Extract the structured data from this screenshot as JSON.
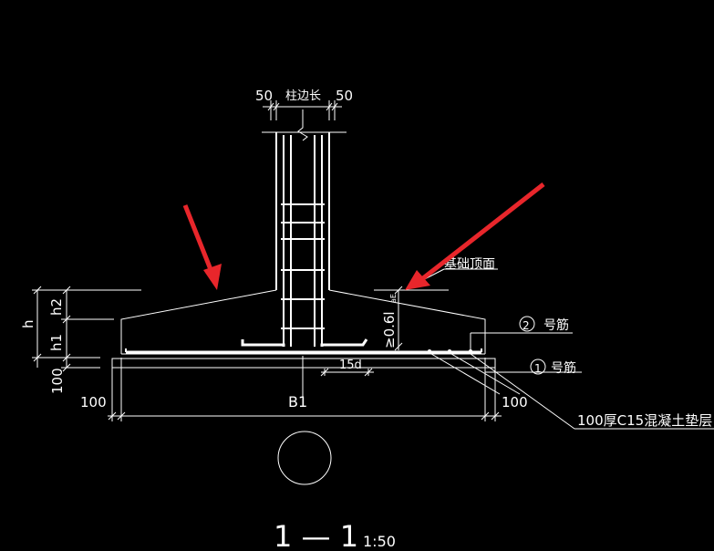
{
  "drawing": {
    "dims": {
      "col_left": "50",
      "col_label": "柱边长",
      "col_right": "50",
      "h": "h",
      "h1": "h1",
      "h2": "h2",
      "pad_thickness": "100",
      "left_offset": "100",
      "width": "B1",
      "right_offset": "100",
      "anchor": "15d",
      "slope": "≥0.6l",
      "slope_sub": "aE"
    },
    "labels": {
      "foundation_top": "基础顶面",
      "bar_2_num": "2",
      "bar_2": "号筋",
      "bar_1_num": "1",
      "bar_1": "号筋",
      "cushion": "100厚C15混凝土垫层"
    },
    "title": {
      "section": "1 — 1",
      "scale": "1:50"
    },
    "colors": {
      "background": "#000000",
      "lines": "#ffffff",
      "arrows": "#e8262b"
    }
  }
}
